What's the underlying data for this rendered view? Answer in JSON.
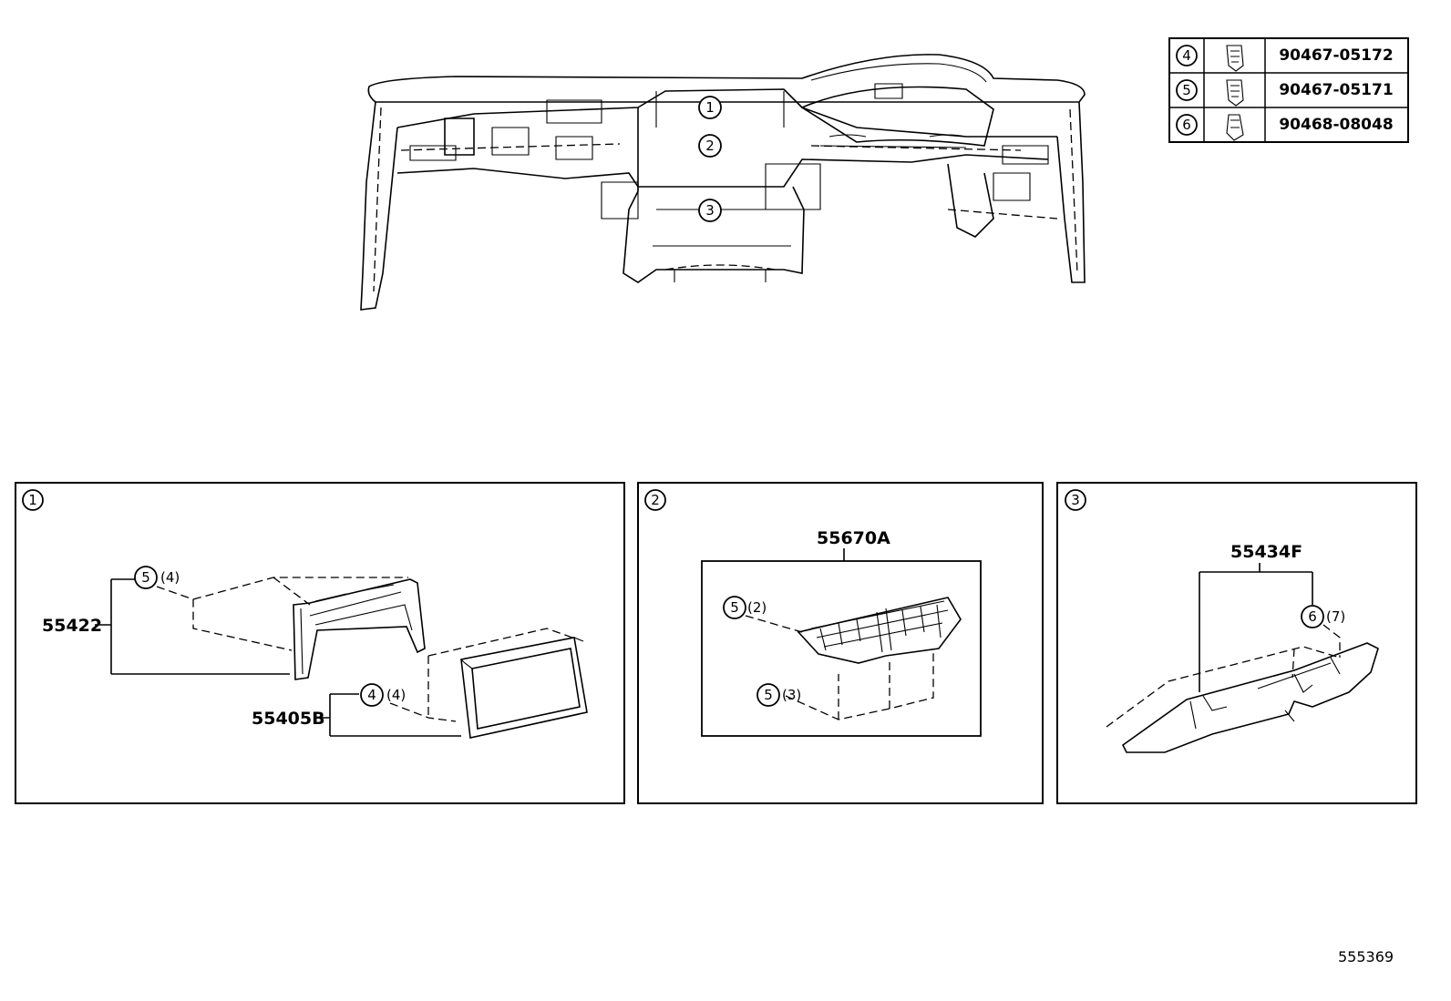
{
  "dashboard_callouts": [
    "1",
    "2",
    "3"
  ],
  "fastener_table": [
    {
      "ref": "4",
      "icon": "clip-icon",
      "part_no": "90467-05172"
    },
    {
      "ref": "5",
      "icon": "clip-icon",
      "part_no": "90467-05171"
    },
    {
      "ref": "6",
      "icon": "clip-icon",
      "part_no": "90468-08048"
    }
  ],
  "panel1": {
    "index": "1",
    "parts": [
      {
        "part_no": "55422",
        "clip_ref": "5",
        "qty": "(4)"
      },
      {
        "part_no": "55405B",
        "clip_ref": "4",
        "qty": "(4)"
      }
    ]
  },
  "panel2": {
    "index": "2",
    "part_no": "55670A",
    "clips": [
      {
        "clip_ref": "5",
        "qty": "(2)"
      },
      {
        "clip_ref": "5",
        "qty": "(3)"
      }
    ]
  },
  "panel3": {
    "index": "3",
    "part_no": "55434F",
    "clip": {
      "clip_ref": "6",
      "qty": "(7)"
    }
  },
  "diagram_code": "555369"
}
